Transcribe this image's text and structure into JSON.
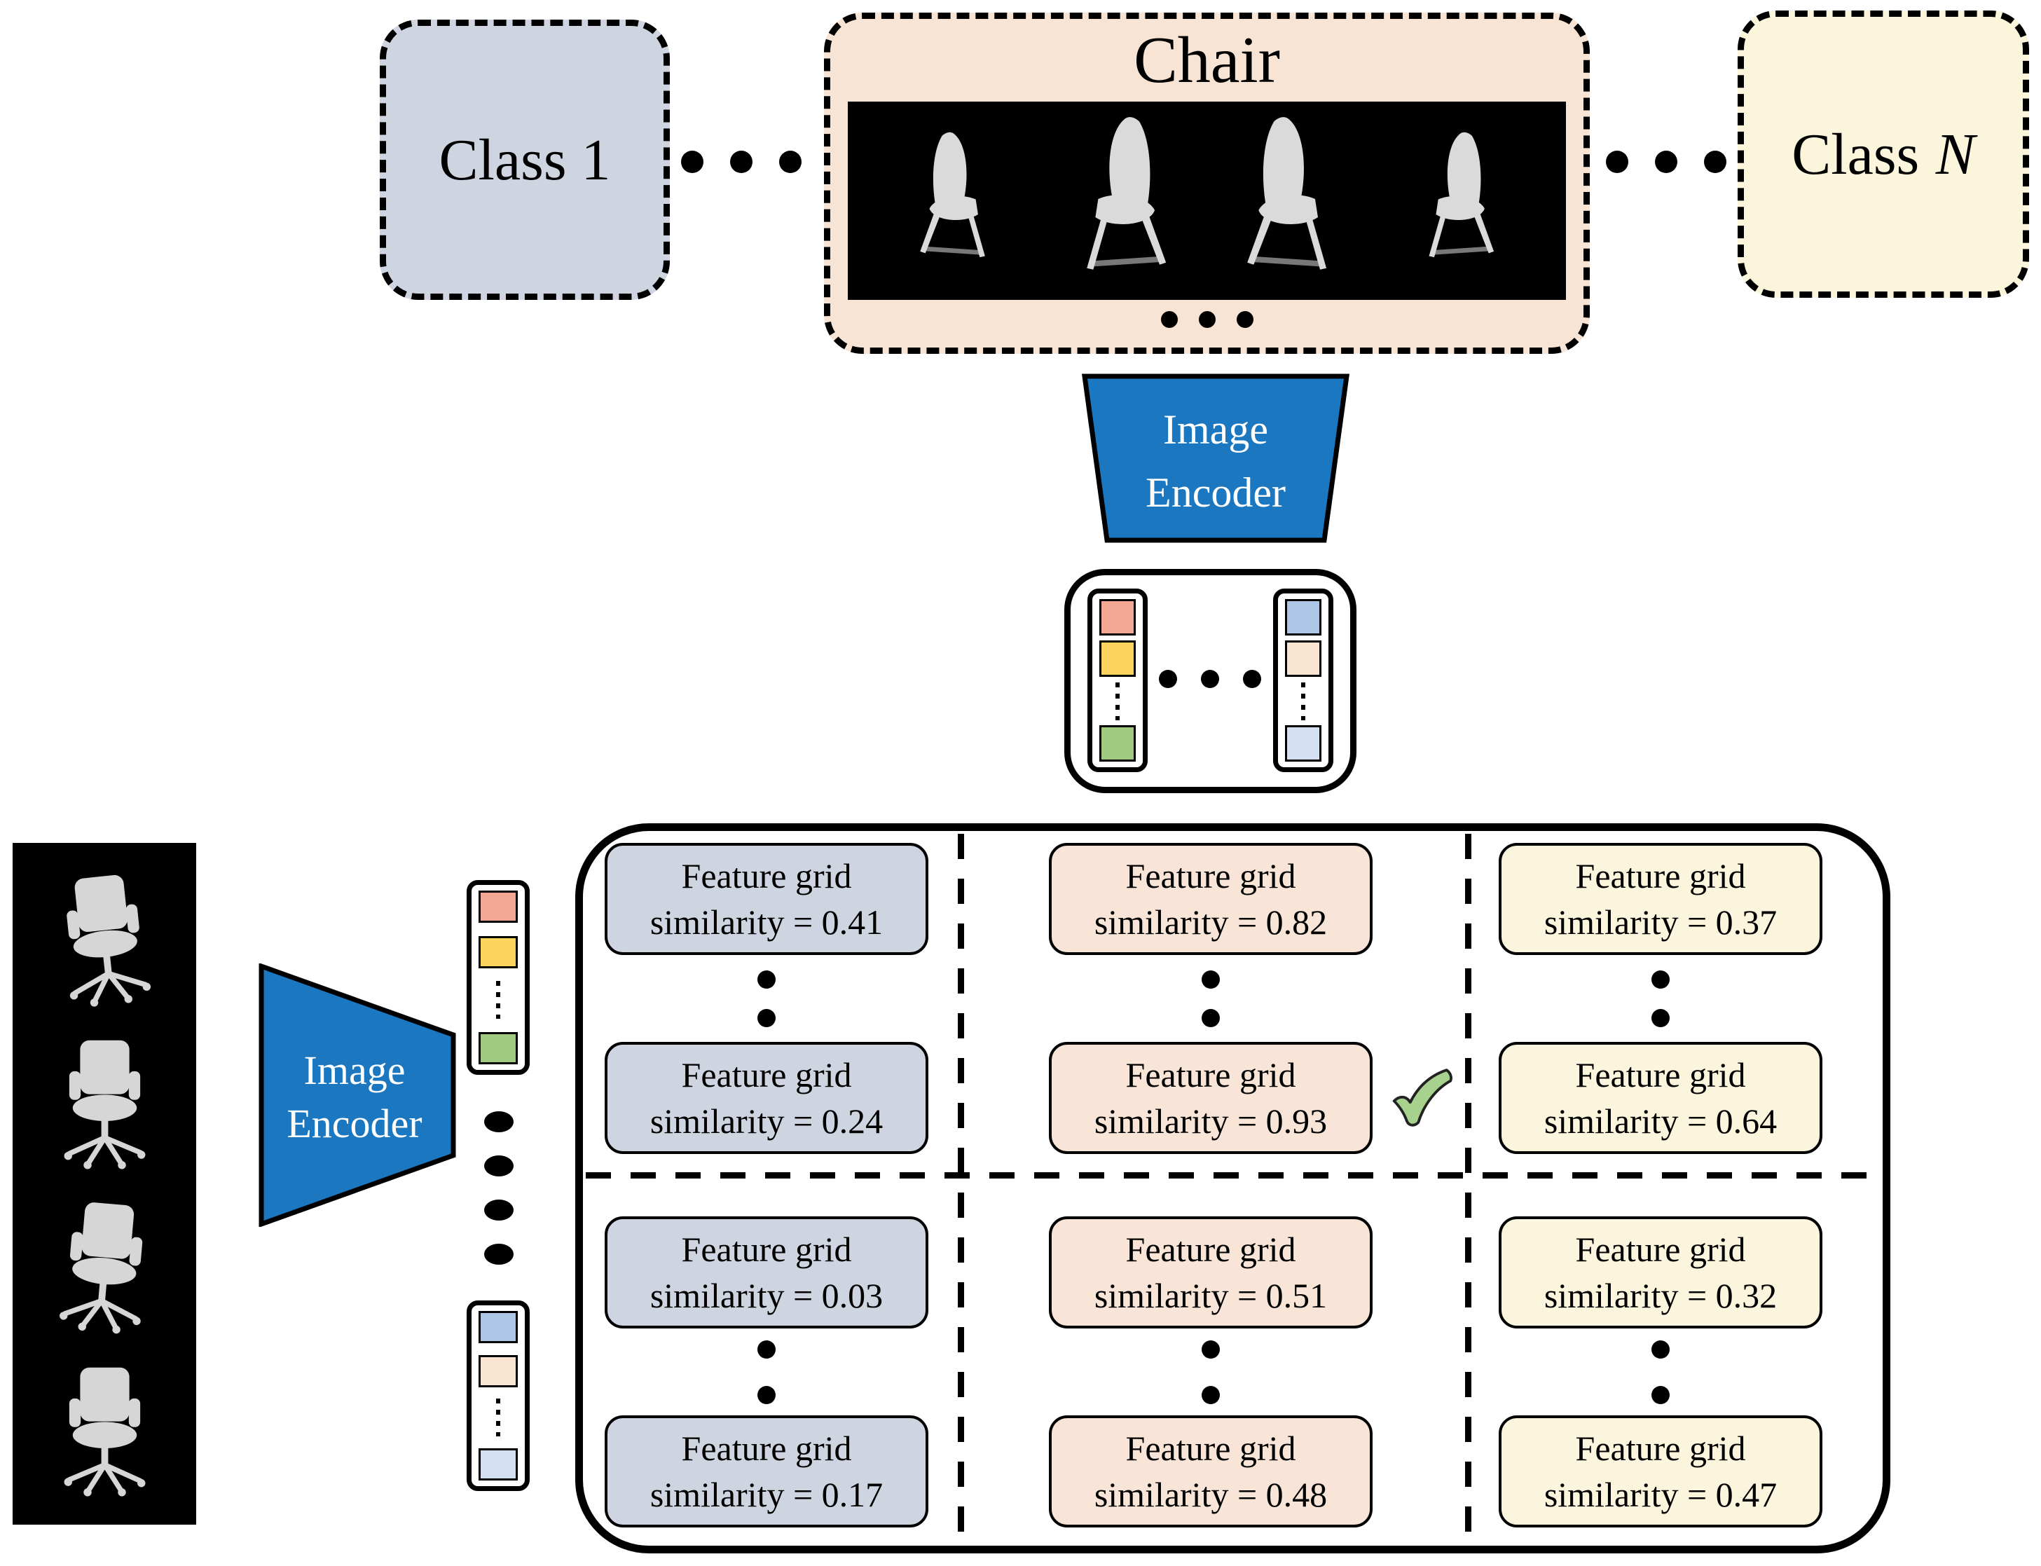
{
  "figure": {
    "top_row": {
      "class_1": {
        "label": "Class 1"
      },
      "chair_class": {
        "title": "Chair"
      },
      "class_n": {
        "label_prefix": "Class",
        "label_symbol": "N"
      }
    },
    "encoders": {
      "top": {
        "line1": "Image",
        "line2": "Encoder"
      },
      "left": {
        "line1": "Image",
        "line2": "Encoder"
      }
    },
    "grid": {
      "box_title": "Feature grid",
      "cells": [
        {
          "column": "class-1",
          "row": "top",
          "top_value": "similarity = 0.41",
          "bottom_value": "similarity = 0.24",
          "has_checkmark": false
        },
        {
          "column": "chair",
          "row": "top",
          "top_value": "similarity = 0.82",
          "bottom_value": "similarity = 0.93",
          "has_checkmark": true
        },
        {
          "column": "class-n",
          "row": "top",
          "top_value": "similarity = 0.37",
          "bottom_value": "similarity = 0.64",
          "has_checkmark": false
        },
        {
          "column": "class-1",
          "row": "bottom",
          "top_value": "similarity = 0.03",
          "bottom_value": "similarity = 0.17",
          "has_checkmark": false
        },
        {
          "column": "chair",
          "row": "bottom",
          "top_value": "similarity = 0.51",
          "bottom_value": "similarity = 0.48",
          "has_checkmark": false
        },
        {
          "column": "class-n",
          "row": "bottom",
          "top_value": "similarity = 0.32",
          "bottom_value": "similarity = 0.47",
          "has_checkmark": false
        }
      ]
    },
    "icons": {
      "checkmark": "✓",
      "ellipsis_horizontal": "● ● ●",
      "ellipsis_vertical": "⋮"
    },
    "colors": {
      "class_1_fill": "#cfd5e0",
      "chair_fill": "#f8e4d4",
      "class_n_fill": "#fbf5dc",
      "encoder_blue": "#1b77c0",
      "grid_column_fills": [
        "#cfd5e0",
        "#f8e5d7",
        "#fbf5dd"
      ],
      "checkmark_green": "#a7d28d",
      "class_vector_left_colors": [
        "#f3a794",
        "#fcd45e",
        "#9fca7f"
      ],
      "class_vector_right_colors": [
        "#aec6e6",
        "#fae5d3",
        "#d4e0f1"
      ]
    }
  }
}
